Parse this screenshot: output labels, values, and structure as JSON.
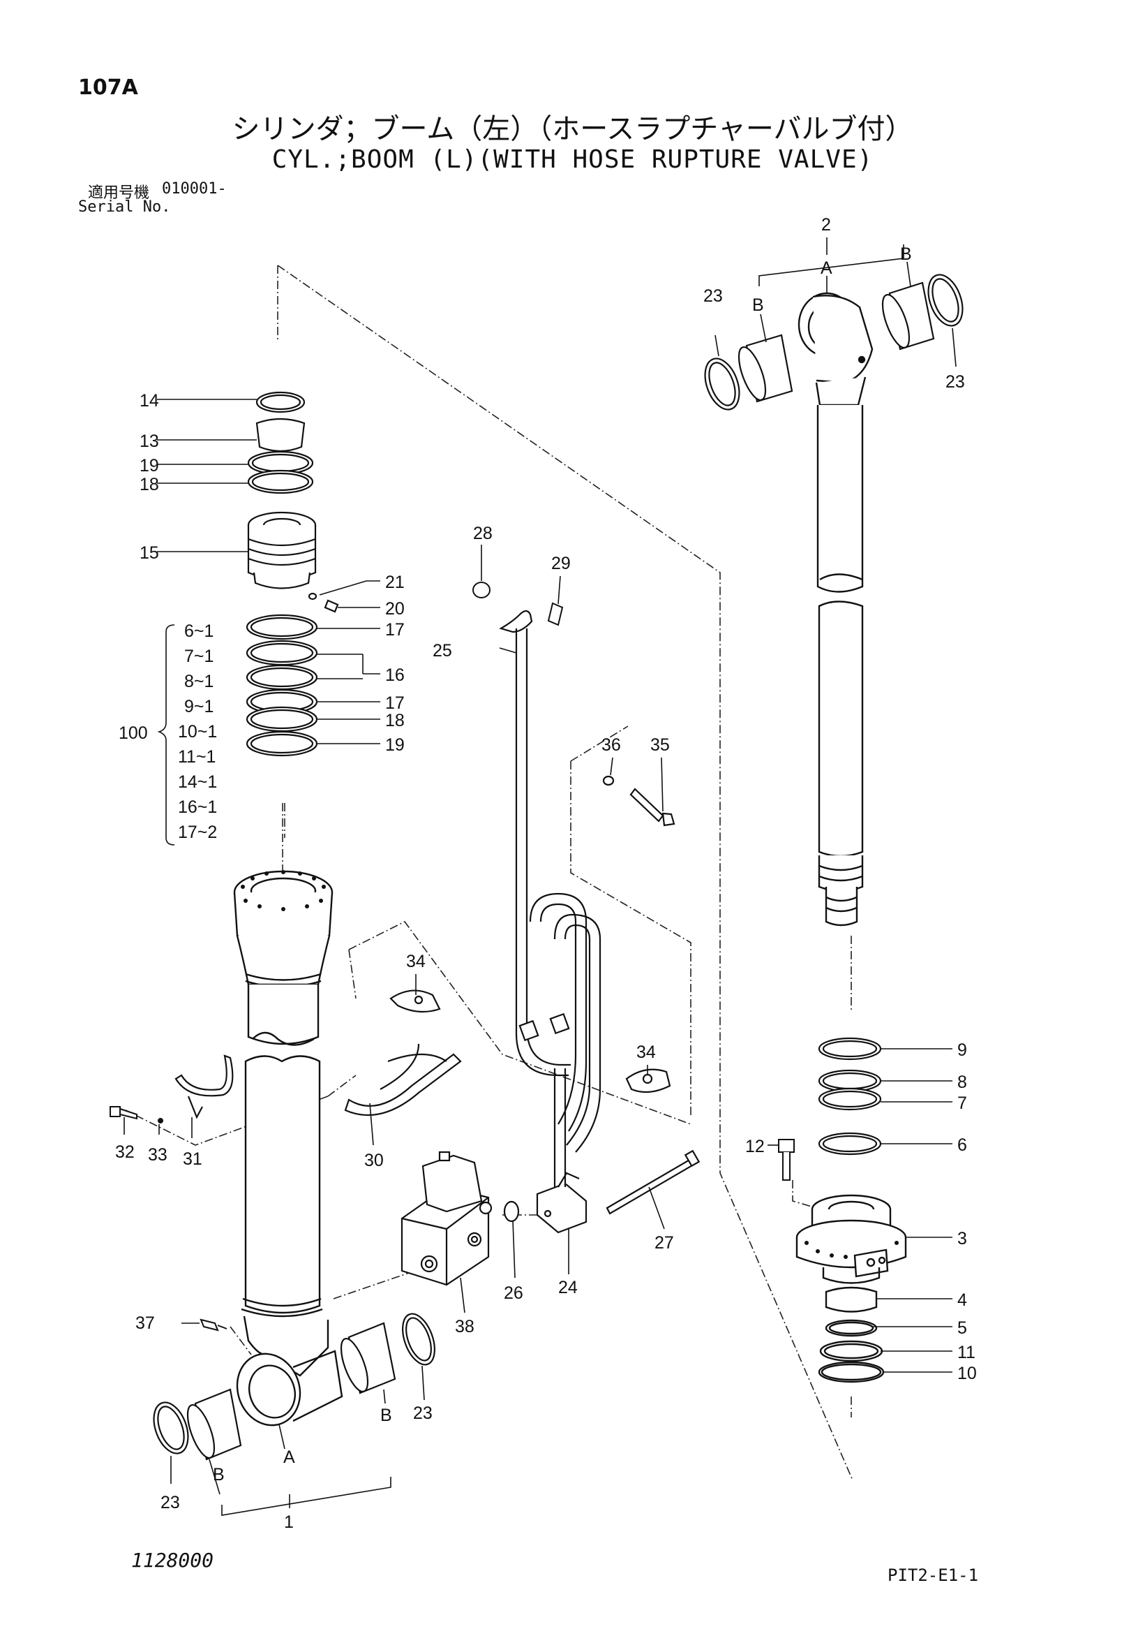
{
  "header": {
    "page_no": "107A",
    "title_jp": "シリンダ；ブーム（左）（ホースラプチャーバルブ付）",
    "title_en": "CYL.;BOOM (L)(WITH HOSE RUPTURE VALVE)",
    "serial_label_jp": "適用号機",
    "serial_value": "010001-",
    "serial_label_en": "Serial No."
  },
  "footer": {
    "drawing_no": "1128000",
    "sheet_code": "PIT2-E1-1"
  },
  "callouts": {
    "n1": "1",
    "n2": "2",
    "n3": "3",
    "n4": "4",
    "n5": "5",
    "n6": "6",
    "n7": "7",
    "n8": "8",
    "n9": "9",
    "n10": "10",
    "n11": "11",
    "n12": "12",
    "n13": "13",
    "n14": "14",
    "n15": "15",
    "n16": "16",
    "n17": "17",
    "n18": "18",
    "n19": "19",
    "n20": "20",
    "n21": "21",
    "n23": "23",
    "n24": "24",
    "n25": "25",
    "n26": "26",
    "n27": "27",
    "n28": "28",
    "n29": "29",
    "n30": "30",
    "n31": "31",
    "n32": "32",
    "n33": "33",
    "n34": "34",
    "n35": "35",
    "n36": "36",
    "n37": "37",
    "n38": "38",
    "n100": "100",
    "A": "A",
    "B": "B"
  },
  "kit_100": [
    "6~1",
    "7~1",
    "8~1",
    "9~1",
    "10~1",
    "11~1",
    "14~1",
    "16~1",
    "17~2"
  ]
}
